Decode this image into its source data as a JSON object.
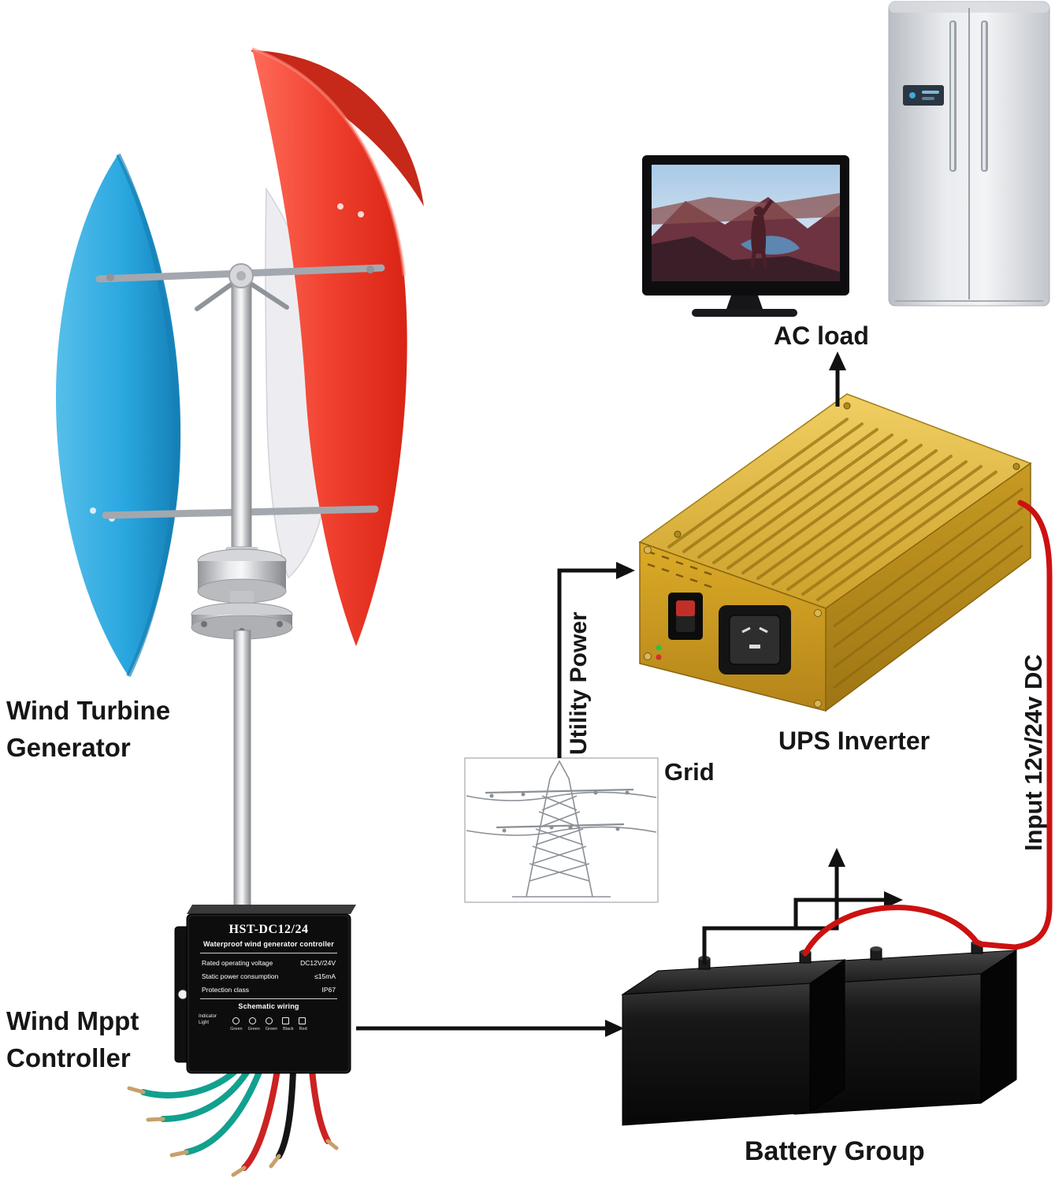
{
  "labels": {
    "wind_turbine_line1": "Wind Turbine",
    "wind_turbine_line2": "Generator",
    "ac_load": "AC load",
    "ups_inverter": "UPS Inverter",
    "utility_power": "Utility Power",
    "grid": "Grid",
    "input_dc": "Input 12v/24v DC",
    "wind_mppt_line1": "Wind Mppt",
    "wind_mppt_line2": "Controller",
    "battery_group": "Battery Group"
  },
  "controller": {
    "model": "HST-DC12/24",
    "subtitle": "Waterproof wind generator controller",
    "specs": [
      {
        "name": "Rated operating voltage",
        "value": "DC12V/24V"
      },
      {
        "name": "Static power consumption",
        "value": "≤15mA"
      },
      {
        "name": "Protection class",
        "value": "IP67"
      }
    ],
    "schematic_title": "Schematic wiring",
    "indicator_label": "Indicator\nLight",
    "wire_labels": [
      "Green",
      "Green",
      "Green",
      "Black",
      "Red"
    ]
  },
  "colors": {
    "blade_blue": "#2AA7E0",
    "blade_red": "#EE3A2C",
    "inverter_gold": "#D9A51E",
    "wire_red": "#CC1111",
    "wire_green": "#12A08F",
    "line_black": "#111111"
  }
}
